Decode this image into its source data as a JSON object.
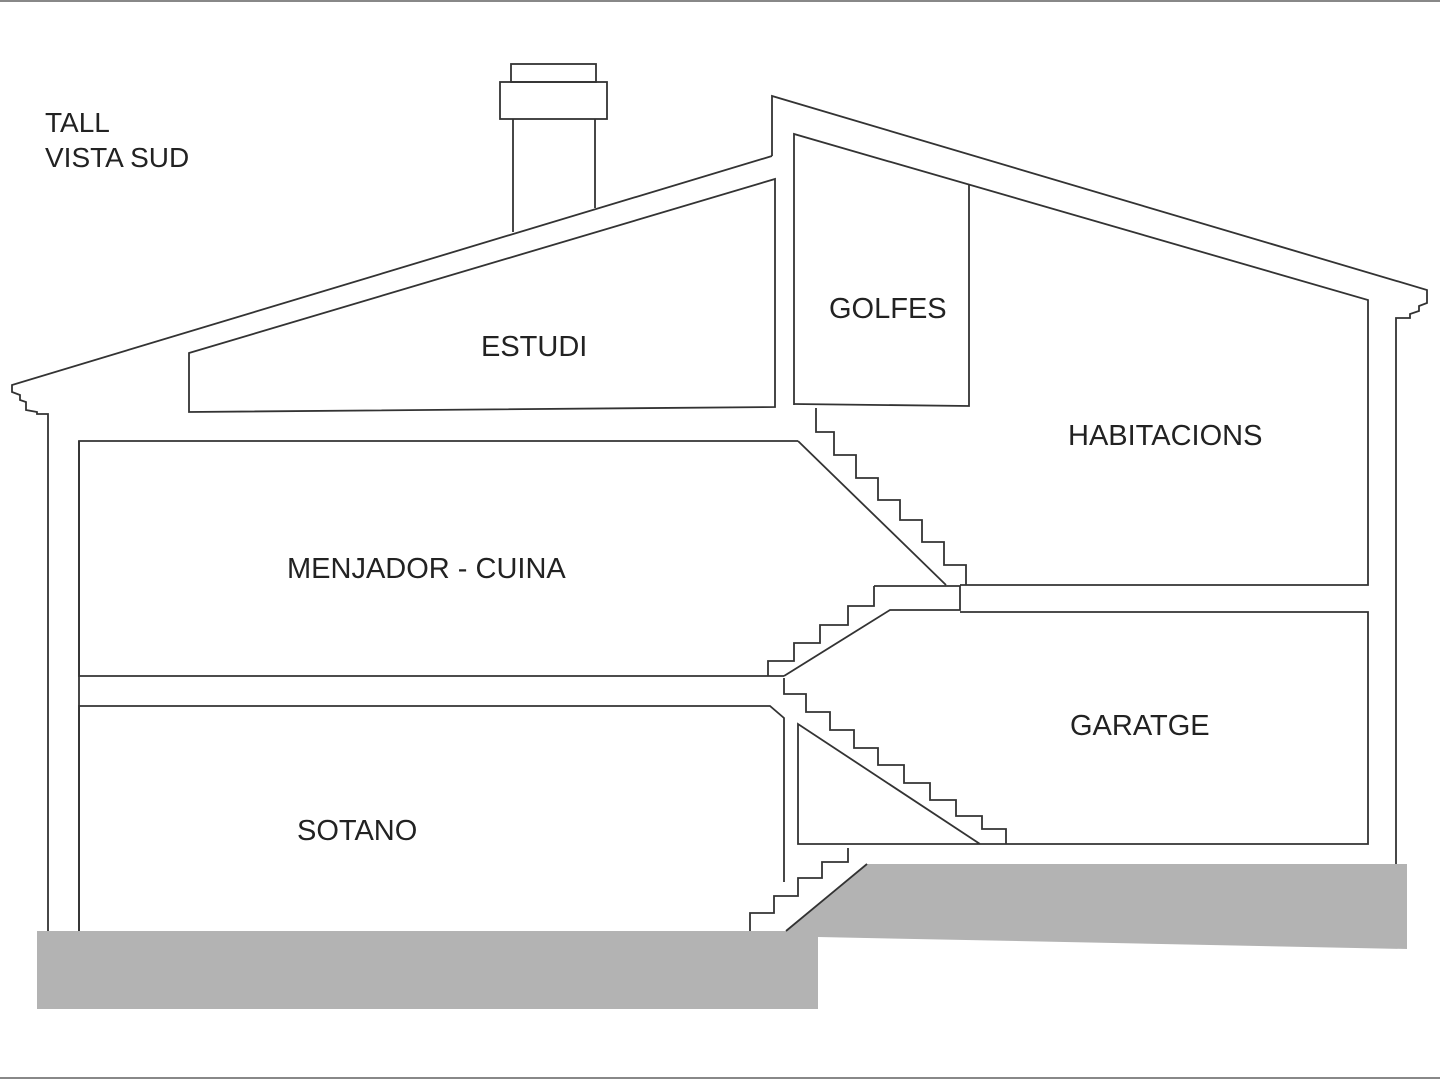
{
  "caption": {
    "line1": "TALL",
    "line2": "VISTA SUD"
  },
  "rooms": {
    "estudi": "ESTUDI",
    "golfes": "GOLFES",
    "habitacions": "HABITACIONS",
    "menjador_cuina": "MENJADOR - CUINA",
    "garatge": "GARATGE",
    "sotano": "SOTANO"
  },
  "colors": {
    "line": "#333333",
    "ground": "#b3b3b3",
    "background": "#ffffff"
  }
}
